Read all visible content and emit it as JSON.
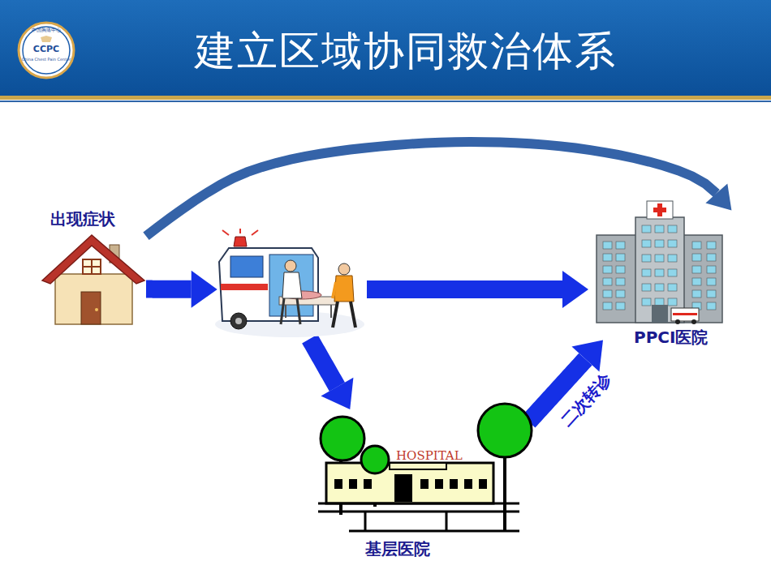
{
  "diagram": {
    "title": "建立区域协同救治体系",
    "nodes": [
      {
        "text": [
          "出现症状"
        ]
      },
      {
        "text": []
      },
      {
        "text": [
          "PPCI医院"
        ]
      },
      {
        "text": [
          "HOSPITAL",
          "基层医院"
        ]
      }
    ],
    "edges": [
      {
        "from": 0,
        "to": 2,
        "arrow": "to"
      },
      {
        "from": 0,
        "to": 1,
        "arrow": "to"
      },
      {
        "from": 1,
        "to": 2,
        "arrow": "to"
      },
      {
        "from": 1,
        "to": 3,
        "arrow": "to"
      },
      {
        "from": 3,
        "to": 2,
        "label": "二次转诊",
        "arrow": "to"
      }
    ],
    "labels": [
      "中国胸痛中心",
      "CCPC",
      "China Chest Pain Center"
    ]
  }
}
